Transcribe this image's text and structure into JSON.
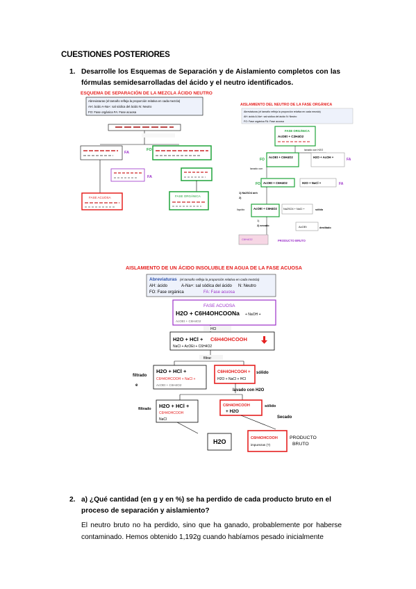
{
  "heading": "CUESTIONES POSTERIORES",
  "question1": {
    "number": "1.",
    "text": "Desarrolle los Esquemas de Separación y de Aislamiento completos con las fórmulas semidesarrolladas del ácido y el neutro identificados."
  },
  "diagram_left": {
    "title": "ESQUEMA DE SEPARACIÓN DE LA MEZCLA ÁCIDO NEUTRO",
    "legend": [
      "Abreviaturas (el tamaño refleja la proporción relativa en cada mezcla)",
      "AH: ácido  A-Na+: sal sódica del ácido  N: Neutro",
      "FO: Fase orgánica  FA: Fase acuosa"
    ],
    "fo_label": "FO",
    "fa_label": "FA",
    "aqueous_phase": "FASE ACUOSA",
    "organic_phase": "FASE ORGÁNICA"
  },
  "diagram_right": {
    "title": "AISLAMIENTO DEL NEUTRO DE LA FASE ORGÁNICA",
    "legend": [
      "Abreviaturas (el tamaño refleja la proporción relativa en cada mezcla)",
      "AH: ácido  A-Na+: sal sódica del ácido  N: Neutro",
      "FO: Fase orgánica  FA: Fase acuosa"
    ],
    "top_box_title": "FASE ORGÁNICA",
    "top_box_formula": "AcOEt + C2H4O2",
    "wash_label": "lavado con H2O",
    "fo_label": "FO",
    "fa_label": "FA",
    "box_fo1": "AcOEt + C6H4O2",
    "box_fa1": "H2O + AcOH +",
    "wash2": "lavado con",
    "box_fo2": "AcOEt + C6H4O2",
    "box_fa2": "H2O + NaCl +",
    "step1": "1) Na2SO4 anh",
    "step2": "2)",
    "liquido": "líquido",
    "box_liq": "AcOEt + C6H4O2",
    "box_solid": "Na2SO4 + NaCl +",
    "solido": "sólido",
    "step3": "1)",
    "step4": "2) secado",
    "box_acoet": "AcOEt",
    "destilado": "destilado",
    "box_final": "C6H4O2",
    "producto_bruto": "PRODUCTO BRUTO"
  },
  "diagram_center": {
    "title": "AISLAMIENTO DE UN ÁCIDO INSOLUBLE EN AGUA DE LA FASE ACUOSA",
    "legend_title": "Abreviaturas",
    "legend_note": "(el tamaño refleja la proporción relativa en cada mezcla)",
    "legend_line2_a": "AH: ácido",
    "legend_line2_b": "A-Na+: sal sódica del ácido",
    "legend_line2_c": "N: Neutro",
    "legend_line3_a": "FO: Fase orgánica",
    "legend_line3_b": "FA: Fase acuosa",
    "box1_title": "FASE ACUOSA",
    "box1_formula": "H2O + C6H4OHCOONa",
    "box1_extra": "+ NaOH +",
    "box1_extra2": "AcOEt + C6H4O2",
    "hcl": "HCl",
    "box2_formula_a": "H2O + HCl + ",
    "box2_formula_b": "C6H4OHCOOH",
    "box2_extra": "NaCl + AcOEt + C6H4O2",
    "filtrar": "filtrar",
    "filtrado_label": "filtrado",
    "e_label": "e",
    "box3_formula": "H2O + HCl +",
    "box3_line2": "C6H4OHCOOH + NaCl +",
    "box3_line3": "AcOEt + C6H4O2",
    "box4_formula": "C6H4OHCOOH +",
    "box4_line2": "H2O + NaCl + HCl",
    "solido": "sólido",
    "lavado_label": "lavado con H2O",
    "filtrado2": "filtrado",
    "box5_formula": "H2O + HCl +",
    "box5_line2": "C6H4OHCOOH",
    "box5_line3": "NaCl",
    "box6_formula": "C6H4OHCOOH",
    "box6_line2": "+ H2O",
    "solido2": "sólido",
    "secado": "Secado",
    "box7": "H2O",
    "box8_formula": "C6H4OHCOOH",
    "box8_line2": "impurezas (?)",
    "producto": "PRODUCTO",
    "bruto": "BRUTO"
  },
  "question2": {
    "number": "2.",
    "text": "a) ¿Qué cantidad (en g y en %) se ha perdido de cada producto bruto en el proceso de separación y aislamiento?"
  },
  "answer": "El neutro bruto no ha perdido, sino que ha ganado, probablemente por haberse contaminado. Hemos obtenido 1,192g cuando habíamos pesado inicialmente",
  "colors": {
    "red": "#e5201f",
    "green": "#1fa33a",
    "purple": "#9b30c9",
    "blue_legend_bg": "#eef2fb",
    "highlight_pink": "#f6d6e4",
    "gray_box_bg": "#f3f3f3"
  }
}
